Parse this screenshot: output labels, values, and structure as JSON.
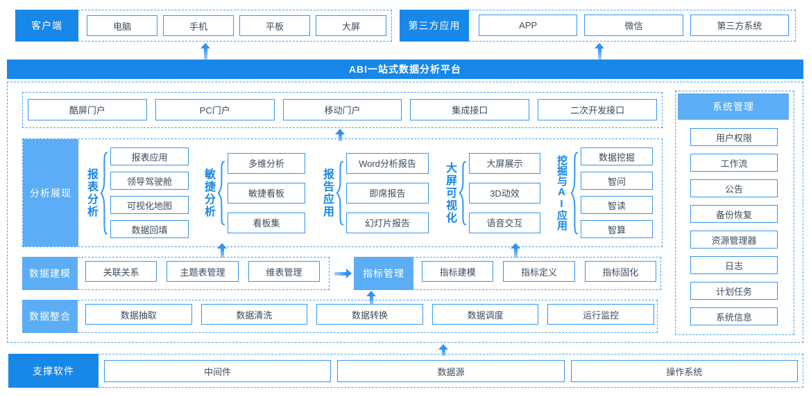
{
  "clients": {
    "label": "客户端",
    "items": [
      "电脑",
      "手机",
      "平板",
      "大屏"
    ]
  },
  "third_party": {
    "label": "第三方应用",
    "items": [
      "APP",
      "微信",
      "第三方系统"
    ]
  },
  "banner": {
    "title": "ABI一站式数据分析平台"
  },
  "portals": {
    "items": [
      "酷屏门户",
      "PC门户",
      "移动门户",
      "集成接口",
      "二次开发接口"
    ]
  },
  "analysis": {
    "label": "分析展现",
    "groups": [
      {
        "name": "报表分析",
        "items": [
          "报表应用",
          "领导驾驶舱",
          "可视化地图",
          "数据回填"
        ]
      },
      {
        "name": "敏捷分析",
        "items": [
          "多维分析",
          "敏捷看板",
          "看板集"
        ]
      },
      {
        "name": "报告应用",
        "items": [
          "Word分析报告",
          "即席报告",
          "幻灯片报告"
        ]
      },
      {
        "name": "大屏可视化",
        "items": [
          "大屏展示",
          "3D动效",
          "语音交互"
        ]
      },
      {
        "name": "挖掘与AI应用",
        "items": [
          "数据挖掘",
          "智问",
          "智读",
          "智算"
        ]
      }
    ]
  },
  "modeling": {
    "label": "数据建模",
    "items": [
      "关联关系",
      "主题表管理",
      "维表管理"
    ],
    "metrics": {
      "label": "指标管理",
      "items": [
        "指标建模",
        "指标定义",
        "指标固化"
      ]
    }
  },
  "integration": {
    "label": "数据整合",
    "items": [
      "数据抽取",
      "数据清洗",
      "数据转换",
      "数据调度",
      "运行监控"
    ]
  },
  "system": {
    "label": "系统管理",
    "items": [
      "用户权限",
      "工作流",
      "公告",
      "备份恢复",
      "资源管理器",
      "日志",
      "计划任务",
      "系统信息"
    ]
  },
  "support": {
    "label": "支撑软件",
    "items": [
      "中间件",
      "数据源",
      "操作系统"
    ]
  },
  "colors": {
    "primary": "#1787e8",
    "secondary": "#5badf5",
    "box_border": "#3295f0",
    "dashed_border": "#47a1f2"
  }
}
